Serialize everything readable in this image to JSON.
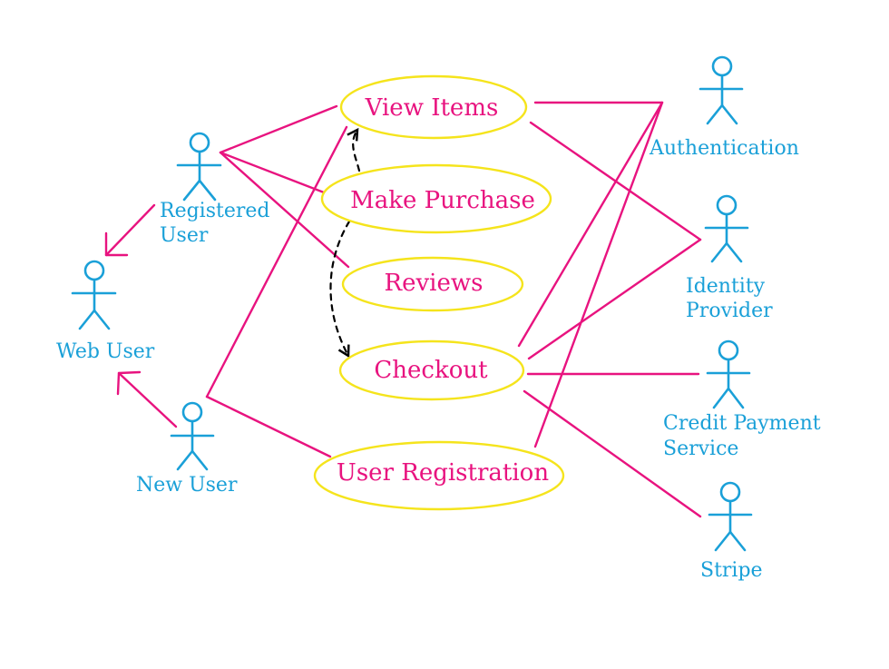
{
  "colors": {
    "actor": "#1aa0d8",
    "association": "#e8137f",
    "usecase_border": "#f5e41c",
    "usecase_text": "#e8137f",
    "dependency": "#000000",
    "background": "#ffffff"
  },
  "actors": {
    "registered_user": {
      "line1": "Registered",
      "line2": "User"
    },
    "web_user": {
      "label": "Web User"
    },
    "new_user": {
      "label": "New User"
    },
    "authentication": {
      "label": "Authentication"
    },
    "identity_provider": {
      "line1": "Identity",
      "line2": "Provider"
    },
    "credit_payment_service": {
      "line1": "Credit Payment",
      "line2": "Service"
    },
    "stripe": {
      "label": "Stripe"
    }
  },
  "use_cases": {
    "view_items": "View Items",
    "make_purchase": "Make Purchase",
    "reviews": "Reviews",
    "checkout": "Checkout",
    "user_registration": "User Registration"
  }
}
